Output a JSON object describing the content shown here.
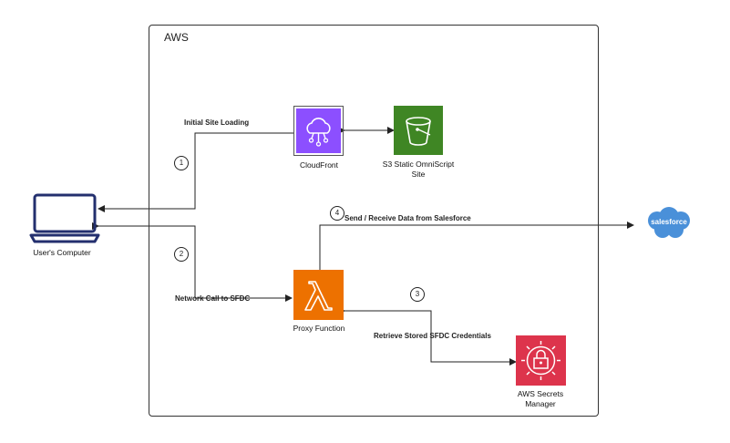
{
  "container": {
    "title": "AWS"
  },
  "nodes": {
    "computer": {
      "label": "User's Computer"
    },
    "cloudfront": {
      "label": "CloudFront",
      "color": "#8C4FFF"
    },
    "s3": {
      "label_line1": "S3 Static OmniScript",
      "label_line2": "Site",
      "color": "#3F8624"
    },
    "lambda": {
      "label": "Proxy Function",
      "color": "#ED7100"
    },
    "secrets": {
      "label_line1": "AWS Secrets",
      "label_line2": "Manager",
      "color": "#DD344C"
    },
    "salesforce": {
      "label": "salesforce",
      "color": "#4A90D9"
    }
  },
  "edges": {
    "initial_load": "Initial Site Loading",
    "network_call": "Network Call to SFDC",
    "send_receive": "Send / Receive Data from Salesforce",
    "retrieve": "Retrieve Stored SFDC Credentials"
  },
  "steps": [
    "1",
    "2",
    "3",
    "4"
  ]
}
